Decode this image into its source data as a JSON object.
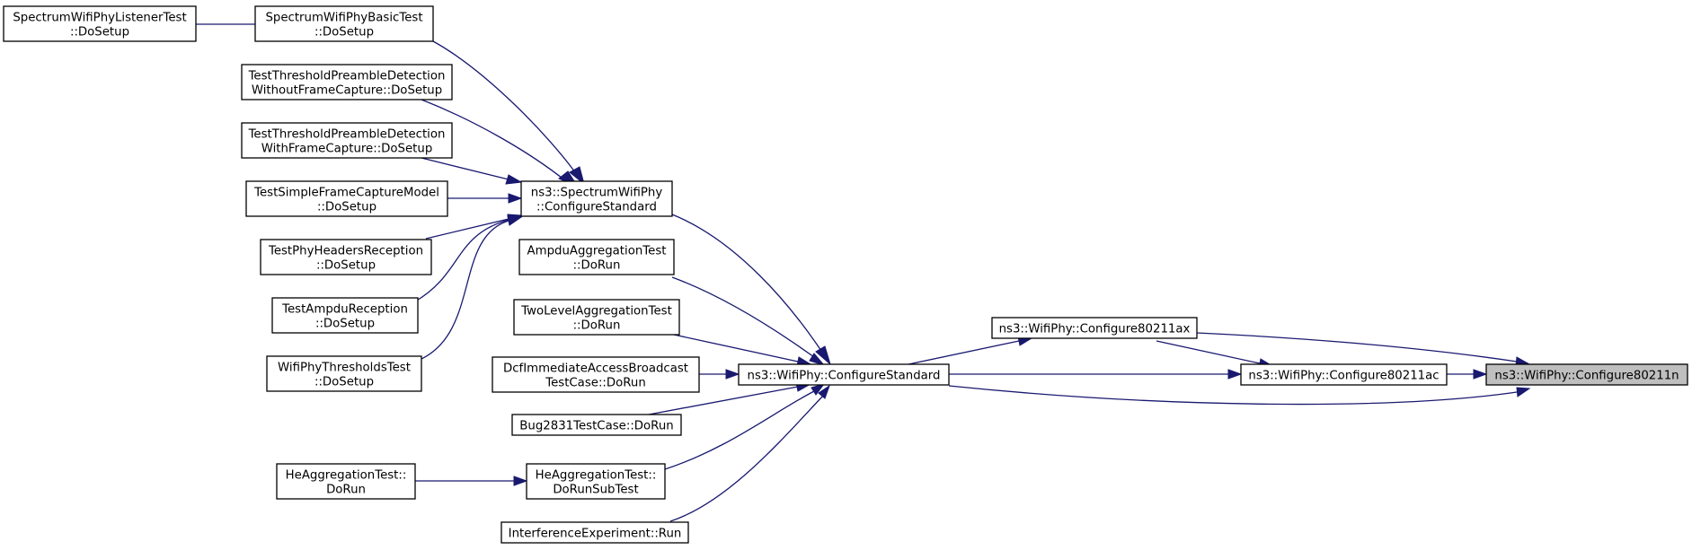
{
  "graph": {
    "colors": {
      "edge": "#191970",
      "node_border": "#000000",
      "highlight_fill": "#bfbfbf",
      "background": "#ffffff"
    },
    "nodes": {
      "listener": {
        "lines": [
          "SpectrumWifiPhyListenerTest",
          "::DoSetup"
        ]
      },
      "basic": {
        "lines": [
          "SpectrumWifiPhyBasicTest",
          "::DoSetup"
        ]
      },
      "tpd_without": {
        "lines": [
          "TestThresholdPreambleDetection",
          "WithoutFrameCapture::DoSetup"
        ]
      },
      "tpd_with": {
        "lines": [
          "TestThresholdPreambleDetection",
          "WithFrameCapture::DoSetup"
        ]
      },
      "simple_fc": {
        "lines": [
          "TestSimpleFrameCaptureModel",
          "::DoSetup"
        ]
      },
      "phy_headers": {
        "lines": [
          "TestPhyHeadersReception",
          "::DoSetup"
        ]
      },
      "ampdu_rx": {
        "lines": [
          "TestAmpduReception",
          "::DoSetup"
        ]
      },
      "thresholds": {
        "lines": [
          "WifiPhyThresholdsTest",
          "::DoSetup"
        ]
      },
      "spectrum_cfg": {
        "lines": [
          "ns3::SpectrumWifiPhy",
          "::ConfigureStandard"
        ]
      },
      "ampdu_agg": {
        "lines": [
          "AmpduAggregationTest",
          "::DoRun"
        ]
      },
      "twolevel": {
        "lines": [
          "TwoLevelAggregationTest",
          "::DoRun"
        ]
      },
      "dcf": {
        "lines": [
          "DcfImmediateAccessBroadcast",
          "TestCase::DoRun"
        ]
      },
      "bug2831": {
        "lines": [
          "Bug2831TestCase::DoRun"
        ]
      },
      "he_run": {
        "lines": [
          "HeAggregationTest::",
          "DoRun"
        ]
      },
      "he_sub": {
        "lines": [
          "HeAggregationTest::",
          "DoRunSubTest"
        ]
      },
      "interference": {
        "lines": [
          "InterferenceExperiment::Run"
        ]
      },
      "wifi_cfg": {
        "lines": [
          "ns3::WifiPhy::ConfigureStandard"
        ]
      },
      "cfg_ax": {
        "lines": [
          "ns3::WifiPhy::Configure80211ax"
        ]
      },
      "cfg_ac": {
        "lines": [
          "ns3::WifiPhy::Configure80211ac"
        ]
      },
      "cfg_n": {
        "lines": [
          "ns3::WifiPhy::Configure80211n"
        ]
      }
    }
  }
}
